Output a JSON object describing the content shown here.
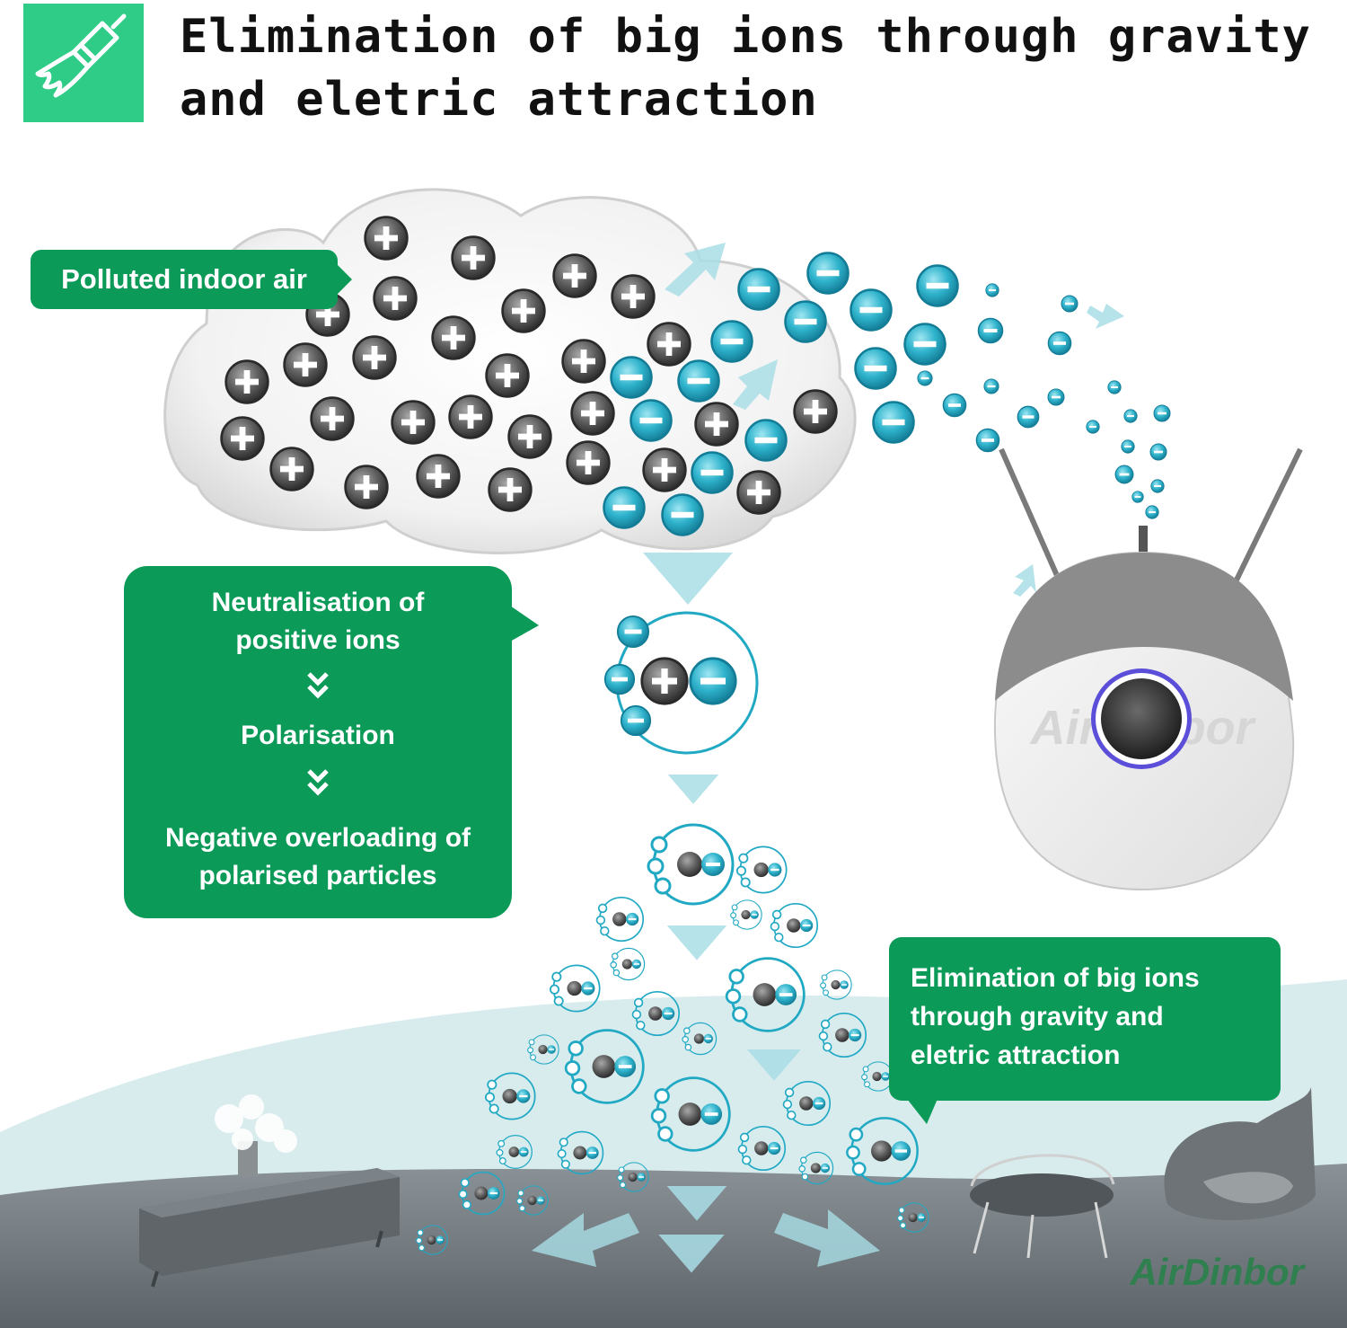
{
  "header": {
    "icon": "brush-icon",
    "accent_color": "#2ecc86",
    "title": "Elimination of big ions through gravity and eletric attraction"
  },
  "callouts": {
    "polluted": "Polluted indoor air",
    "process": {
      "step1_line1": "Neutralisation of",
      "step1_line2": "positive ions",
      "step2": "Polarisation",
      "step3_line1": "Negative overloading of",
      "step3_line2": "polarised particles"
    },
    "elimination": {
      "line1": "Elimination of big ions",
      "line2": "through gravity and",
      "line3": "eletric attraction"
    },
    "color": "#0c9a58"
  },
  "device": {
    "brand": "AirDinbor"
  },
  "watermark": "AirDinbor",
  "colors": {
    "negative_ion": "#21a9c4",
    "positive_ion": "#555555",
    "floor": "#6b7378",
    "wall": "#d8ecee"
  }
}
